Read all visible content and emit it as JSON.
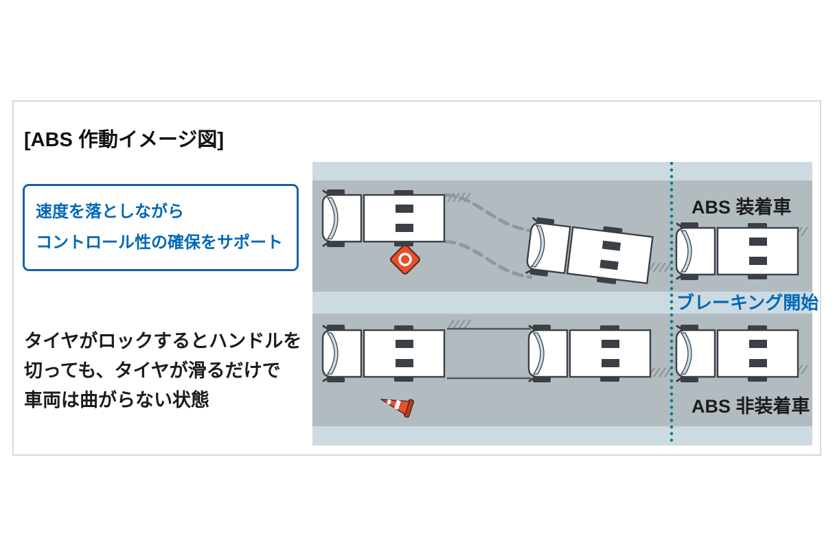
{
  "title": "[ABS 作動イメージ図]",
  "callout": {
    "line1": "速度を落としながら",
    "line2": "コントロール性の確保をサポート",
    "border_color": "#1560a8",
    "text_color": "#0068b7"
  },
  "description": {
    "line1": "タイヤがロックするとハンドルを",
    "line2": "切っても、タイヤが滑るだけで",
    "line3": "車両は曲がらない状態"
  },
  "diagram": {
    "abs_label": "ABS 装着車",
    "braking_label": "ブレーキング開始",
    "no_abs_label": "ABS 非装着車",
    "colors": {
      "road": "#b1bbc0",
      "shoulder_strip": "#ccdbe1",
      "braking_dotted_line": "#0e7b8c",
      "obstacle_orange": "#e8502a",
      "truck_outline": "#3a4046",
      "windshield": "#c9dee8"
    }
  }
}
